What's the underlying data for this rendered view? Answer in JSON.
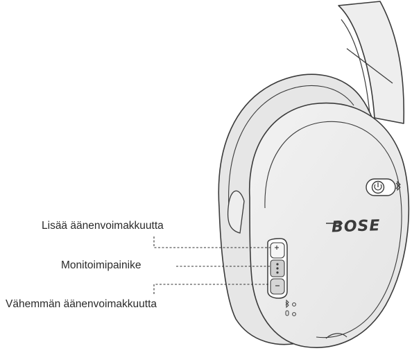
{
  "labels": {
    "volume_up": "Lisää äänenvoimakkuutta",
    "multifunction": "Monitoimipainike",
    "volume_down": "Vähemmän äänenvoimakkuutta"
  },
  "brand": {
    "logo_text": "BOSE"
  },
  "colors": {
    "device_fill": "#eeeeee",
    "device_fill_dark": "#e2e2e2",
    "outline": "#3a3a3a",
    "leader_line": "#333333",
    "label_text": "#2a2a2a"
  },
  "icons": [
    "power-icon",
    "bluetooth-icon",
    "plus-icon",
    "minus-icon",
    "bluetooth-small-icon",
    "mic-icon"
  ]
}
